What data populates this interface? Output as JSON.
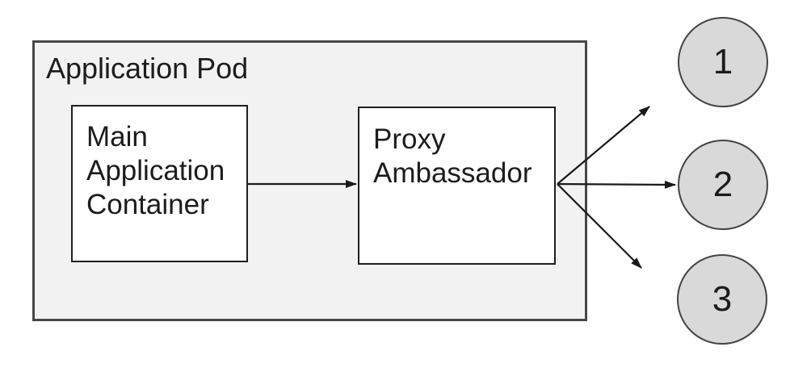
{
  "diagram": {
    "pod": {
      "label": "Application Pod"
    },
    "nodes": [
      {
        "id": "main-application-container",
        "label_lines": [
          "Main",
          "Application",
          "Container"
        ]
      },
      {
        "id": "proxy-ambassador",
        "label_lines": [
          "Proxy",
          "Ambassador"
        ]
      }
    ],
    "endpoints": [
      {
        "id": "endpoint-1",
        "label": "1"
      },
      {
        "id": "endpoint-2",
        "label": "2"
      },
      {
        "id": "endpoint-3",
        "label": "3"
      }
    ],
    "edges": [
      {
        "from": "main-application-container",
        "to": "proxy-ambassador"
      },
      {
        "from": "proxy-ambassador",
        "to": "endpoint-1"
      },
      {
        "from": "proxy-ambassador",
        "to": "endpoint-2"
      },
      {
        "from": "proxy-ambassador",
        "to": "endpoint-3"
      }
    ]
  },
  "colors": {
    "canvas_bg": "#ffffff",
    "pod_fill": "#f2f2f2",
    "pod_border": "#474747",
    "node_fill": "#ffffff",
    "node_border": "#1f1f1f",
    "circle_fill": "#d9d9d9",
    "circle_border": "#444444",
    "arrow": "#1a1a1a",
    "text": "#1c1c1c"
  }
}
